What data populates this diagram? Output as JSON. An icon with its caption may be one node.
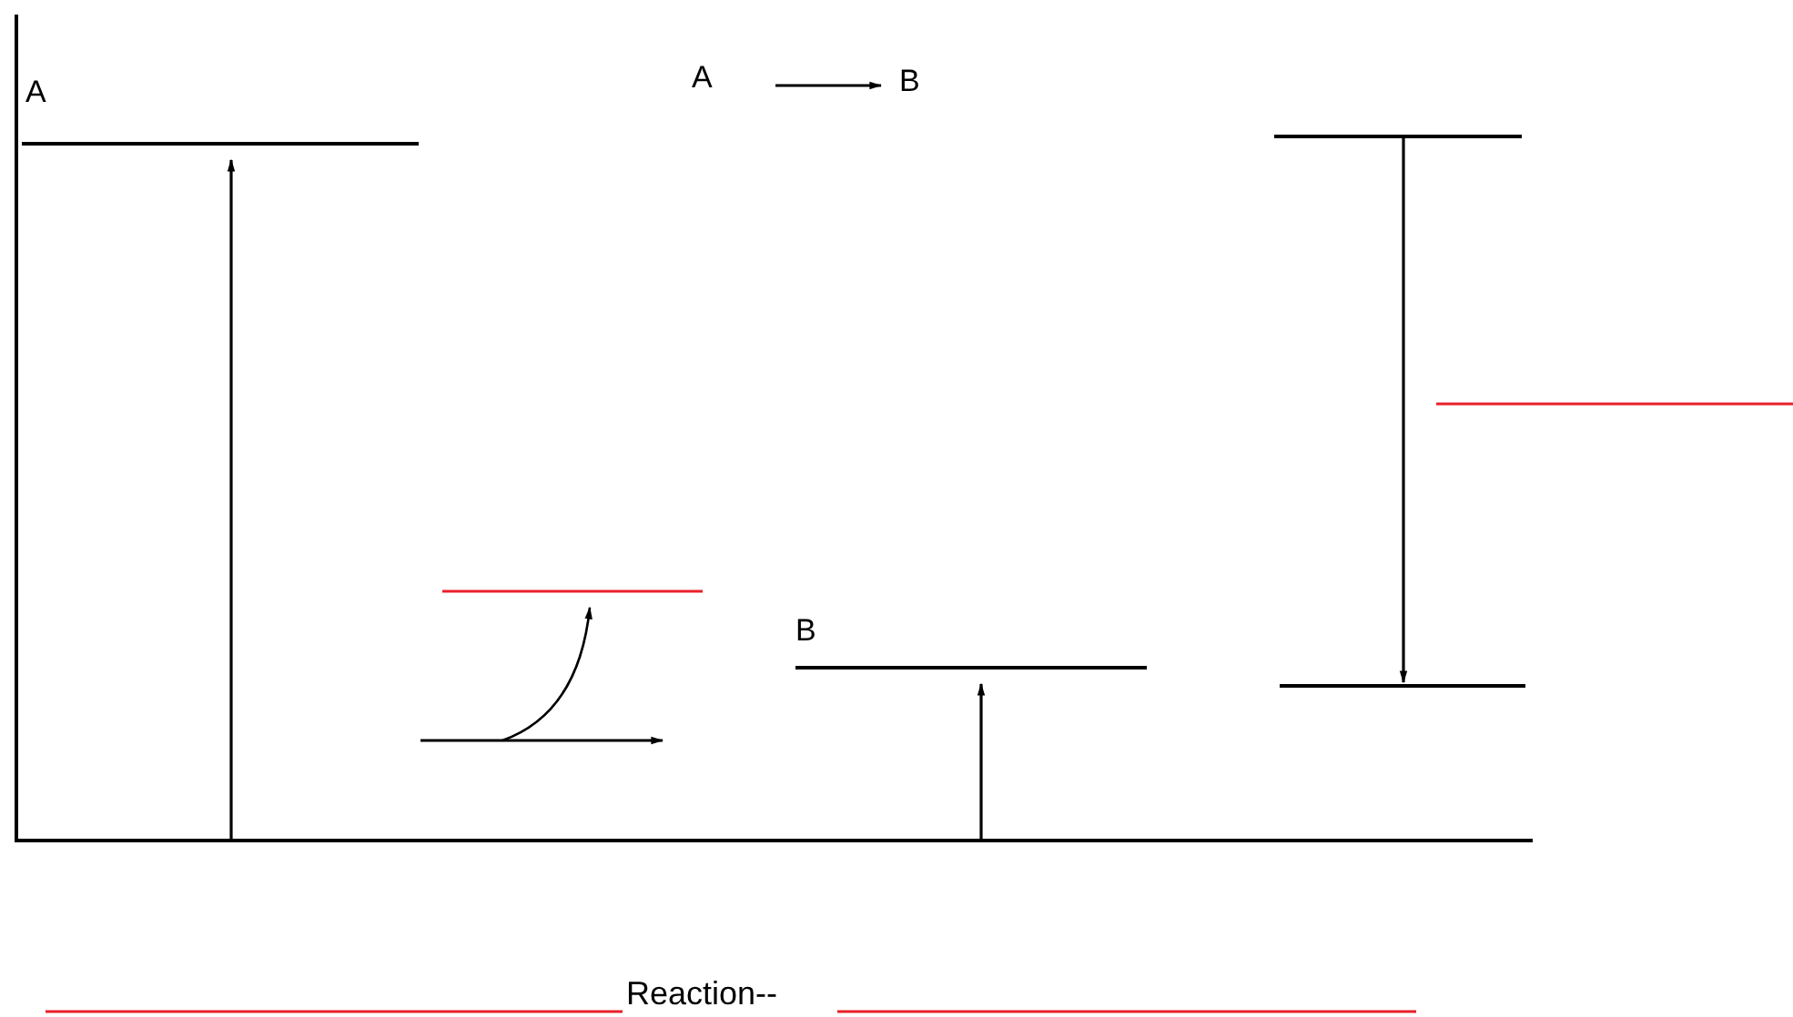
{
  "diagram": {
    "nodes": [
      {
        "text": [
          "A"
        ]
      },
      {
        "text": [
          "A"
        ]
      },
      {
        "text": [
          "B"
        ]
      },
      {
        "text": [
          "B"
        ]
      },
      {
        "text": [],
        "shape": "bar"
      },
      {
        "text": [],
        "shape": "bar"
      }
    ],
    "edges": [
      {
        "from": 1,
        "to": 2,
        "arrow": "to"
      },
      {
        "from": null,
        "to": 0,
        "arrow": "to"
      },
      {
        "from": null,
        "to": 3,
        "arrow": "to"
      },
      {
        "from": 4,
        "to": 5,
        "arrow": "to"
      }
    ],
    "labels": [
      "Reaction--"
    ]
  }
}
